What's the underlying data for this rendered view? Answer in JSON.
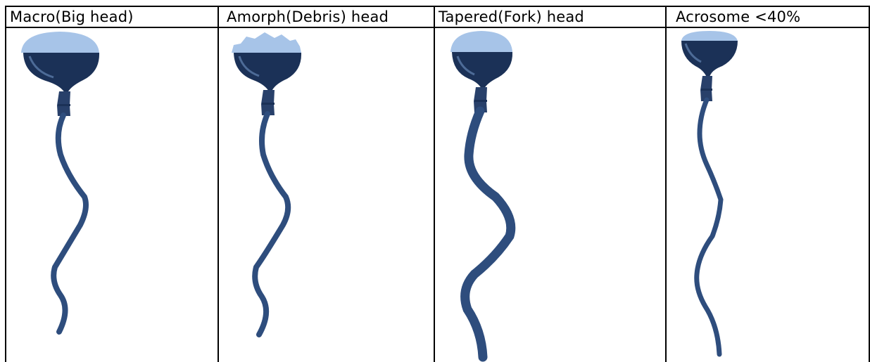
{
  "table": {
    "columns": [
      {
        "label": "Macro(Big head)",
        "head_variant": "big-head"
      },
      {
        "label": "Amorph(Debris) head",
        "head_variant": "debris-head"
      },
      {
        "label": "Tapered(Fork) head",
        "head_variant": "tapered-head"
      },
      {
        "label": "Acrosome <40%",
        "head_variant": "small-acrosome-head"
      }
    ]
  },
  "colors": {
    "acrosome": "#a7c4e8",
    "nucleus": "#1b3157",
    "nucleus_highlight": "#5a7aa8",
    "midpiece": "#28406a",
    "tail": "#2e4d7d",
    "grid_line": "#000000"
  }
}
